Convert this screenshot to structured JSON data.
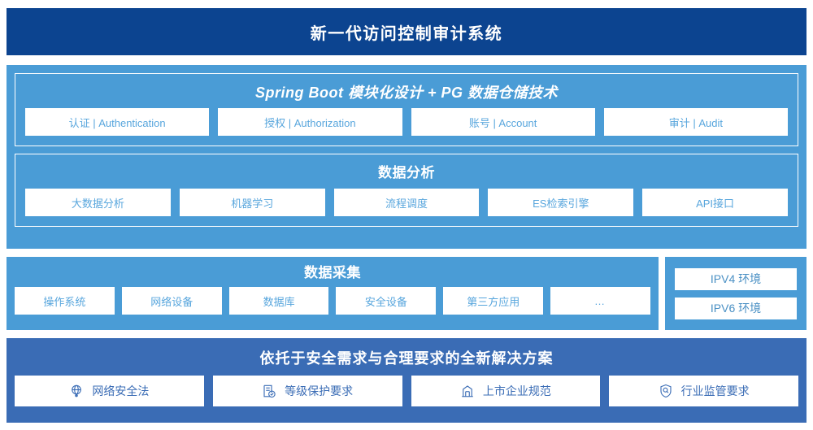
{
  "header": {
    "title": "新一代访问控制审计系统"
  },
  "sections": {
    "spring": {
      "title": "Spring Boot 模块化设计 + PG 数据仓储技术",
      "chips": [
        "认证 | Authentication",
        "授权 | Authorization",
        "账号 | Account",
        "审计 | Audit"
      ]
    },
    "analysis": {
      "title": "数据分析",
      "chips": [
        "大数据分析",
        "机器学习",
        "流程调度",
        "ES检索引擎",
        "API接口"
      ]
    },
    "collection": {
      "title": "数据采集",
      "chips": [
        "操作系统",
        "网络设备",
        "数据库",
        "安全设备",
        "第三方应用",
        "…"
      ]
    },
    "environment": {
      "chips": [
        "IPV4 环境",
        "IPV6 环境"
      ]
    },
    "solution": {
      "title": "依托于安全需求与合理要求的全新解决方案",
      "chips": [
        {
          "label": "网络安全法",
          "icon": "globe-icon"
        },
        {
          "label": "等级保护要求",
          "icon": "document-check-icon"
        },
        {
          "label": "上市企业规范",
          "icon": "bank-icon"
        },
        {
          "label": "行业监管要求",
          "icon": "shield-search-icon"
        }
      ]
    }
  },
  "colors": {
    "header_bg": "#0c4490",
    "panel_blue": "#4a9cd6",
    "panel_dark_blue": "#3a6cb5",
    "chip_text": "#58a6dd",
    "chip_bg": "#ffffff"
  }
}
